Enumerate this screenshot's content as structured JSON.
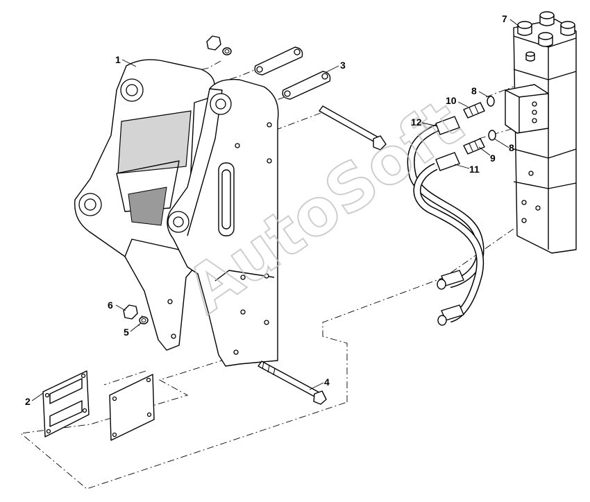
{
  "watermark": "AutoSoft",
  "callouts": [
    {
      "id": "1",
      "label": "1"
    },
    {
      "id": "2",
      "label": "2"
    },
    {
      "id": "3",
      "label": "3"
    },
    {
      "id": "4",
      "label": "4"
    },
    {
      "id": "5",
      "label": "5"
    },
    {
      "id": "6",
      "label": "6"
    },
    {
      "id": "7",
      "label": "7"
    },
    {
      "id": "8a",
      "label": "8"
    },
    {
      "id": "8b",
      "label": "8"
    },
    {
      "id": "9",
      "label": "9"
    },
    {
      "id": "10",
      "label": "10"
    },
    {
      "id": "11",
      "label": "11"
    },
    {
      "id": "12",
      "label": "12"
    }
  ]
}
